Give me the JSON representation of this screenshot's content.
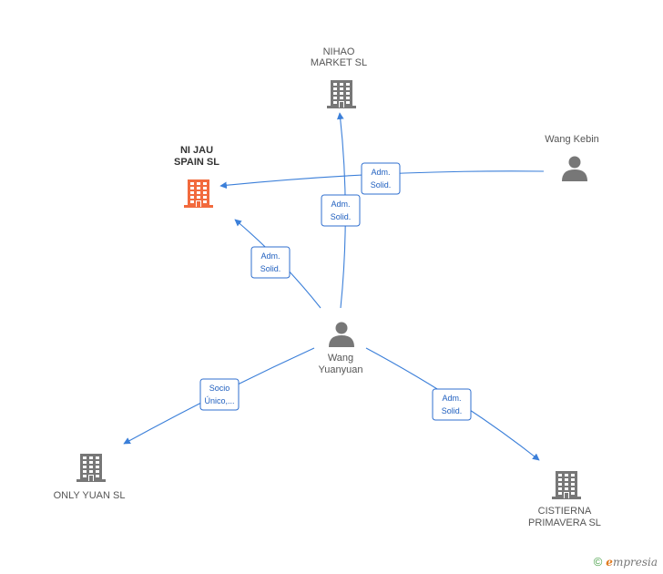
{
  "nodes": [
    {
      "id": "nihao",
      "type": "company",
      "lines": [
        "NIHAO",
        "MARKET SL"
      ],
      "focus": false
    },
    {
      "id": "nijau",
      "type": "company",
      "lines": [
        "NI JAU",
        "SPAIN SL"
      ],
      "focus": true
    },
    {
      "id": "kebin",
      "type": "person",
      "lines": [
        "Wang Kebin"
      ],
      "focus": false
    },
    {
      "id": "yuanyuan",
      "type": "person",
      "lines": [
        "Wang",
        "Yuanyuan"
      ],
      "focus": false
    },
    {
      "id": "onlyyuan",
      "type": "company",
      "lines": [
        "ONLY YUAN SL"
      ],
      "focus": false
    },
    {
      "id": "cistierna",
      "type": "company",
      "lines": [
        "CISTIERNA",
        "PRIMAVERA SL"
      ],
      "focus": false
    }
  ],
  "edges": [
    {
      "from": "kebin",
      "to": "nijau",
      "label": [
        "Adm.",
        "Solid."
      ]
    },
    {
      "from": "yuanyuan",
      "to": "nihao",
      "label": [
        "Adm.",
        "Solid."
      ]
    },
    {
      "from": "yuanyuan",
      "to": "nijau",
      "label": [
        "Adm.",
        "Solid."
      ]
    },
    {
      "from": "yuanyuan",
      "to": "onlyyuan",
      "label": [
        "Socio",
        "Único,..."
      ]
    },
    {
      "from": "yuanyuan",
      "to": "cistierna",
      "label": [
        "Adm.",
        "Solid."
      ]
    }
  ],
  "colors": {
    "focus_company": "#f26a3d",
    "company": "#777777",
    "person": "#777777",
    "edge": "#3b7fd9"
  },
  "footer": {
    "copyright_symbol": "©",
    "brand_initial": "e",
    "brand_rest": "mpresia"
  }
}
